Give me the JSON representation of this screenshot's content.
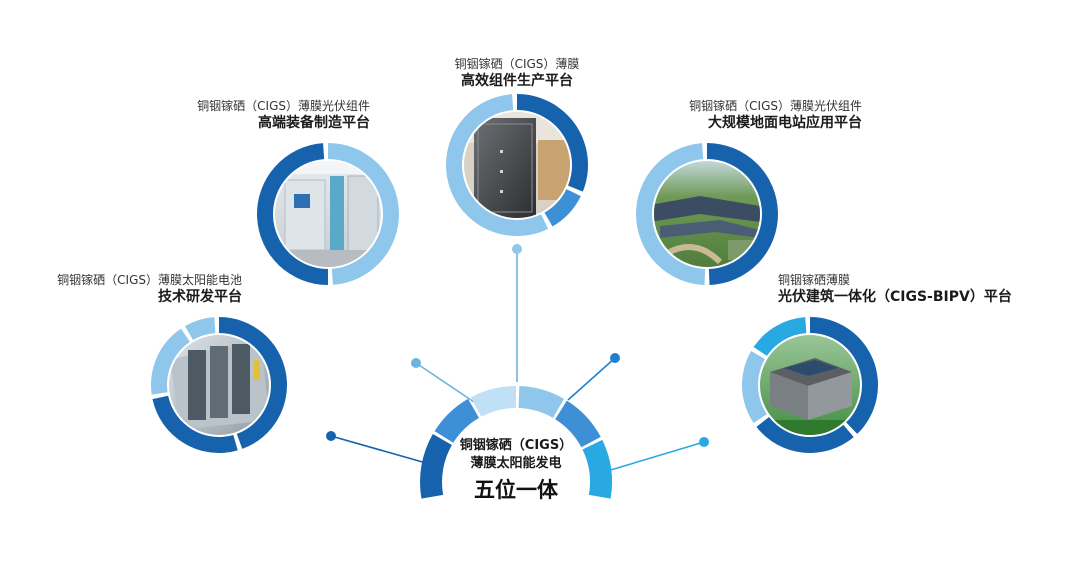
{
  "hub": {
    "line1": "铜铟镓硒（CIGS）",
    "line2": "薄膜太阳能发电",
    "line3": "五位一体"
  },
  "platforms": [
    {
      "sub": "铜铟镓硒（CIGS）薄膜",
      "main": "高效组件生产平台",
      "photo": "solar-module-production-line-image"
    },
    {
      "sub": "铜铟镓硒（CIGS）薄膜光伏组件",
      "main": "高端装备制造平台",
      "photo": "equipment-manufacturing-machines-image"
    },
    {
      "sub": "铜铟镓硒（CIGS）薄膜光伏组件",
      "main": "大规模地面电站应用平台",
      "photo": "ground-power-station-aerial-image"
    },
    {
      "sub": "铜铟镓硒（CIGS）薄膜太阳能电池",
      "main": "技术研发平台",
      "photo": "research-lab-equipment-image"
    },
    {
      "sub": "铜铟镓硒薄膜",
      "main": "光伏建筑一体化（CIGS-BIPV）平台",
      "photo": "bipv-building-image"
    }
  ],
  "colors": {
    "dark_blue": "#1662ad",
    "mid_blue": "#3d8fd6",
    "light_blue": "#8ec6ec",
    "pale_blue": "#bfe0f5",
    "cyan": "#29a9e1",
    "line": "#6fb3e0"
  }
}
